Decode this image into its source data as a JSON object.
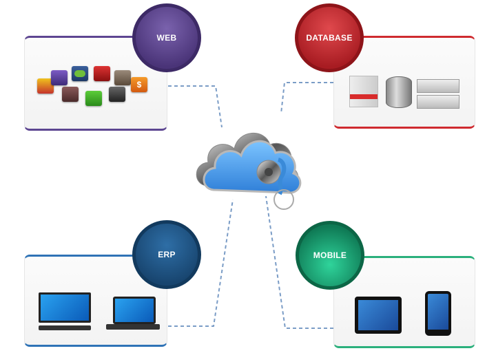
{
  "title": "Cloud security connectivity diagram",
  "nodes": {
    "web": {
      "label": "WEB",
      "color": "#5d4691",
      "items": [
        "app-icons-cluster"
      ]
    },
    "database": {
      "label": "DATABASE",
      "color": "#cf2a2f",
      "items": [
        "oracle-software-box",
        "database-cylinder",
        "server-rack"
      ]
    },
    "erp": {
      "label": "ERP",
      "color": "#2f73b6",
      "items": [
        "desktop-computer",
        "laptop"
      ]
    },
    "mobile": {
      "label": "MOBILE",
      "color": "#2bb07c",
      "items": [
        "tablet",
        "smartphone"
      ]
    }
  },
  "center": {
    "label": "secure-cloud-with-key",
    "color": "#4a9de8"
  },
  "connector_color": "#7a9cc6",
  "web_tile_symbols": [
    "",
    "",
    "",
    "",
    "",
    "",
    "",
    "",
    "$"
  ]
}
